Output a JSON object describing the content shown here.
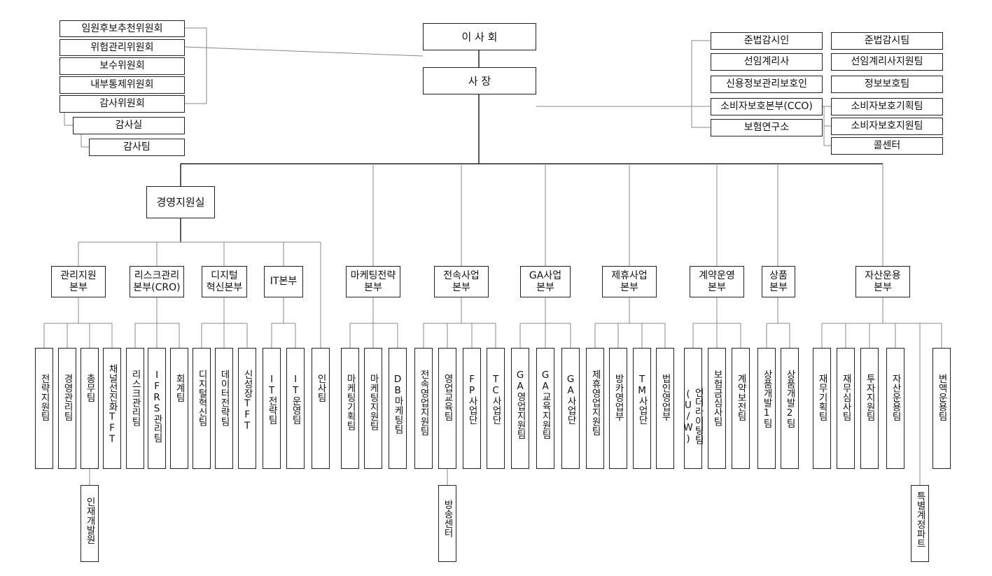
{
  "top": {
    "board": "이 사 회",
    "ceo": "사   장"
  },
  "committees": [
    "임원후보추천위원회",
    "위험관리위원회",
    "보수위원회",
    "내부통제위원회",
    "감사위원회"
  ],
  "audit": {
    "office": "감사실",
    "team": "감사팀"
  },
  "officers": {
    "left": [
      "준법감시인",
      "선임계리사",
      "신용정보관리보호인",
      "소비자보호본부(CCO)",
      "보험연구소"
    ],
    "right": [
      "준법감시팀",
      "선임계리사지원팀",
      "정보보호팀",
      "소비자보호기획팀",
      "소비자보호지원팀",
      "콜센터"
    ]
  },
  "support_office": "경영지원실",
  "hq": {
    "admin": "관리지원\n본부",
    "risk": "리스크관리\n본부(CRO)",
    "digital": "디지털\n혁신본부",
    "it": "IT본부",
    "marketing": "마케팅전략\n본부",
    "exclusive": "전속사업\n본부",
    "ga": "GA사업\n본부",
    "alliance": "제휴사업\n본부",
    "contract": "계약운영\n본부",
    "product": "상품\n본부",
    "asset": "자산운용\n본부"
  },
  "teams": {
    "t1": "전략지원팀",
    "t2": "경영관리팀",
    "t3": "총무팀",
    "t4": "채널선진화TFT",
    "t5": "리스크관리팀",
    "t6": "IFRS관리팀",
    "t7": "회계팀",
    "t8": "디지털혁신팀",
    "t9": "데이터전략팀",
    "t10": "신성장TFT",
    "t11": "IT전략팀",
    "t12": "IT운영팀",
    "t13": "인사팀",
    "t14": "마케팅기획팀",
    "t15": "마케팅지원팀",
    "t16": "DB마케팅팀",
    "t17": "전속영업지원팀",
    "t18": "영업교육팀",
    "t19": "FP사업단",
    "t20": "TC사업단",
    "t21": "GA영업지원팀",
    "t22": "GA교육지원팀",
    "t23": "GA사업단",
    "t24": "제휴영업지원팀",
    "t25": "방카영업부",
    "t26": "TM사업단",
    "t27": "법인영업부",
    "t28": "언더라이팅팀(U/W)",
    "t29": "보험금심사팀",
    "t30": "계약보전팀",
    "t31": "상품개발1팀",
    "t32": "상품개발2팀",
    "t33": "재무기획팀",
    "t34": "재무심사팀",
    "t35": "투자지원팀",
    "t36": "자산운용팀",
    "t37": "변액운용팀"
  },
  "sub": {
    "hr_dev": "인재개발원",
    "broadcast": "방송센터",
    "special": "특별계정파트"
  }
}
